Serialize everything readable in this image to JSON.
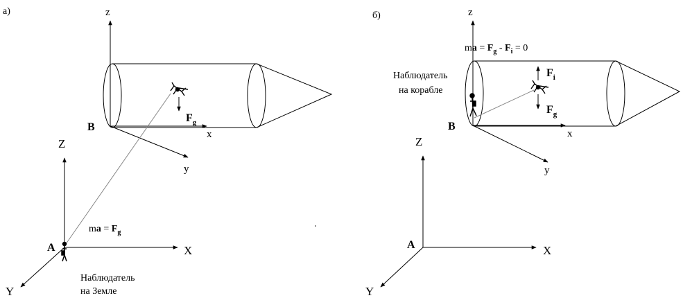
{
  "panel_a": {
    "label": "а)",
    "ship_axes": {
      "z": "z",
      "x": "x",
      "y": "y",
      "origin": "B"
    },
    "ground_axes": {
      "z": "Z",
      "x": "X",
      "y": "Y",
      "origin": "A"
    },
    "force_gravity": {
      "base": "F",
      "sub": "g"
    },
    "equation": {
      "m": "m",
      "a": "a",
      "eq": " = ",
      "F": "F",
      "sub": "g"
    },
    "observer_line1": "Наблюдатель",
    "observer_line2": "на Земле"
  },
  "panel_b": {
    "label": "б)",
    "ship_axes": {
      "z": "z",
      "x": "x",
      "y": "y",
      "origin": "B"
    },
    "ground_axes": {
      "z": "Z",
      "x": "X",
      "y": "Y",
      "origin": "A"
    },
    "force_inertia": {
      "base": "F",
      "sub": "i"
    },
    "force_gravity": {
      "base": "F",
      "sub": "g"
    },
    "equation": {
      "m": "m",
      "a": "a",
      "eq1": " = ",
      "Fg": "F",
      "g": "g",
      "minus": " - ",
      "Fi": "F",
      "i": "i",
      "zero": " = 0"
    },
    "observer_line1": "Наблюдатель",
    "observer_line2": "на корабле"
  },
  "colors": {
    "ink": "#000000",
    "ray": "#888888"
  }
}
